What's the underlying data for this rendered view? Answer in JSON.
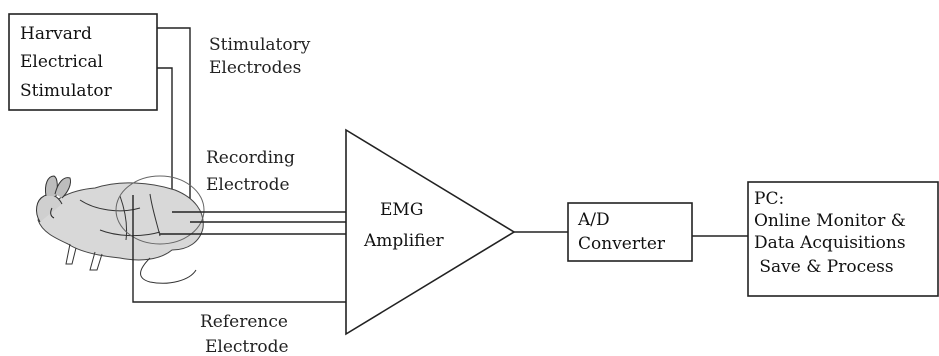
{
  "stimulator": {
    "lines": [
      "Harvard",
      "Electrical",
      "Stimulator"
    ]
  },
  "labels": {
    "stimulatory_electrodes": [
      "Stimulatory",
      "Electrodes"
    ],
    "recording_electrode": [
      "Recording",
      "Electrode"
    ],
    "reference_electrode": [
      "Reference",
      "Electrode"
    ]
  },
  "amplifier": {
    "lines": [
      "EMG",
      "Amplifier"
    ]
  },
  "converter": {
    "lines": [
      "A/D",
      "Converter"
    ]
  },
  "pc": {
    "lines": [
      "PC:",
      "Online Monitor &",
      "Data Acquisitions",
      " Save & Process"
    ]
  },
  "subject": {
    "icon": "rabbit-illustration"
  }
}
